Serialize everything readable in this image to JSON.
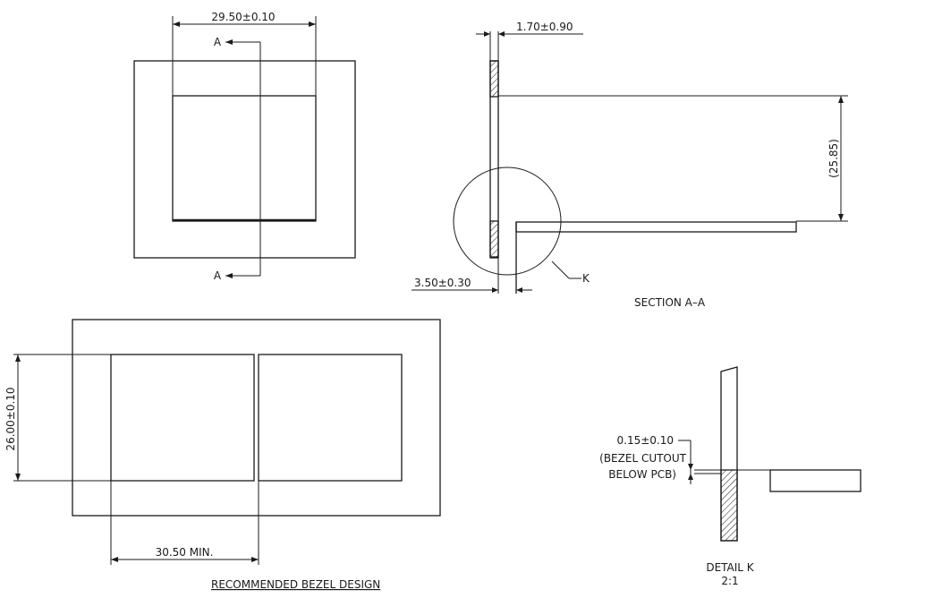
{
  "dimensions": {
    "top_width": "29.50±0.10",
    "side_thickness": "1.70±0.90",
    "ref_height": "(25.85)",
    "gap": "3.50±0.30",
    "bezel_height": "26.00±0.10",
    "bezel_width": "30.50 MIN.",
    "detail_offset": "0.15±0.10"
  },
  "labels": {
    "section_marker_top": "A",
    "section_marker_bottom": "A",
    "detail_marker": "K",
    "section_title": "SECTION A–A",
    "bezel_title": "RECOMMENDED BEZEL DESIGN",
    "detail_note_line1": "(BEZEL CUTOUT",
    "detail_note_line2": "BELOW PCB)",
    "detail_title": "DETAIL K",
    "detail_scale": "2:1"
  },
  "colors": {
    "line": "#1a1a1a",
    "background": "#ffffff"
  }
}
